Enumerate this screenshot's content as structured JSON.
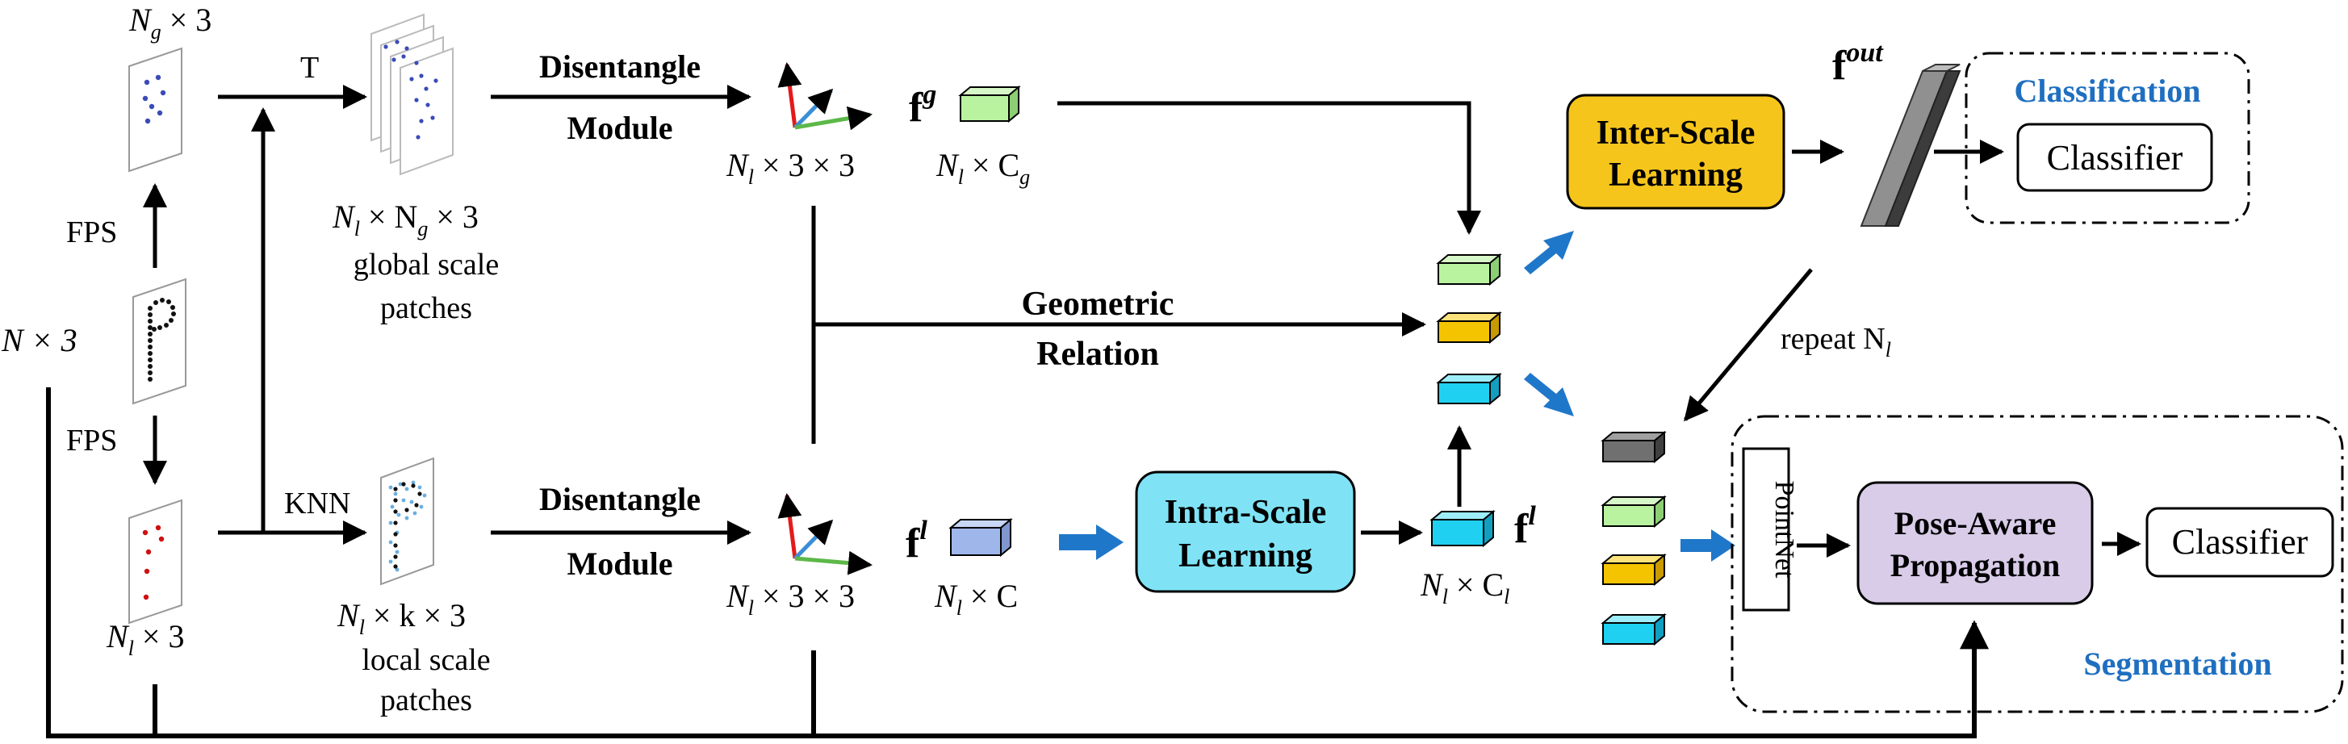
{
  "colors": {
    "blue_arrow": "#1f77c9",
    "title_blue": "#1f6fc0",
    "inter_scale_fill": "#f6c51c",
    "intra_scale_fill": "#7fe3f5",
    "pose_aware_fill": "#d8cce8",
    "feat_green": "#b9f3a0",
    "feat_yellow": "#f5c400",
    "feat_cyan": "#20d0f0",
    "feat_gray": "#707070",
    "feat_lavender": "#9fb6ea",
    "axis_red": "#e31a1c",
    "axis_blue": "#3a8ed6",
    "axis_green": "#5cb848"
  },
  "labels": {
    "ng3": "N",
    "ng3_sub": "g",
    "ng3_rest": " × 3",
    "n3": "N × 3",
    "nl3_bottom": "N",
    "nl3_bottom_sub": "l",
    "nl3_bottom_rest": " × 3",
    "fps_top": "FPS",
    "fps_bottom": "FPS",
    "t": "T",
    "knn": "KNN",
    "global_dims": "N",
    "global_dims_sub1": "l",
    "global_dims_mid": " × N",
    "global_dims_sub2": "g",
    "global_dims_rest": " × 3",
    "global_caption_1": "global scale",
    "global_caption_2": "patches",
    "local_dims": "N",
    "local_dims_sub": "l",
    "local_dims_rest": " × k × 3",
    "local_caption_1": "local scale",
    "local_caption_2": "patches",
    "disentangle_top_1": "Disentangle",
    "disentangle_top_2": "Module",
    "disentangle_bottom_1": "Disentangle",
    "disentangle_bottom_2": "Module",
    "rot_top": "N",
    "rot_top_sub": "l",
    "rot_top_rest": " × 3 × 3",
    "rot_bottom": "N",
    "rot_bottom_sub": "l",
    "rot_bottom_rest": " × 3 × 3",
    "fg": "f",
    "fg_sup": "g",
    "fg_dims": "N",
    "fg_dims_sub": "l",
    "fg_dims_mid": " × C",
    "fg_dims_sub2": "g",
    "fl": "f",
    "fl_sup": "l",
    "fl_dims": "N",
    "fl_dims_sub": "l",
    "fl_dims_rest": " × C",
    "fl2": "f",
    "fl2_sup": "l",
    "fl2_dims": "N",
    "fl2_dims_sub": "l",
    "fl2_dims_mid": " × C",
    "fl2_dims_sub2": "l",
    "geometric_1": "Geometric",
    "geometric_2": "Relation",
    "intra_1": "Intra-Scale",
    "intra_2": "Learning",
    "inter_1": "Inter-Scale",
    "inter_2": "Learning",
    "fout": "f",
    "fout_sup": "out",
    "repeat": "repeat N",
    "repeat_sub": "l",
    "classification_title": "Classification",
    "classifier_top": "Classifier",
    "pointnet": "PointNet",
    "pose_1": "Pose-Aware",
    "pose_2": "Propagation",
    "classifier_bottom": "Classifier",
    "segmentation_title": "Segmentation"
  }
}
